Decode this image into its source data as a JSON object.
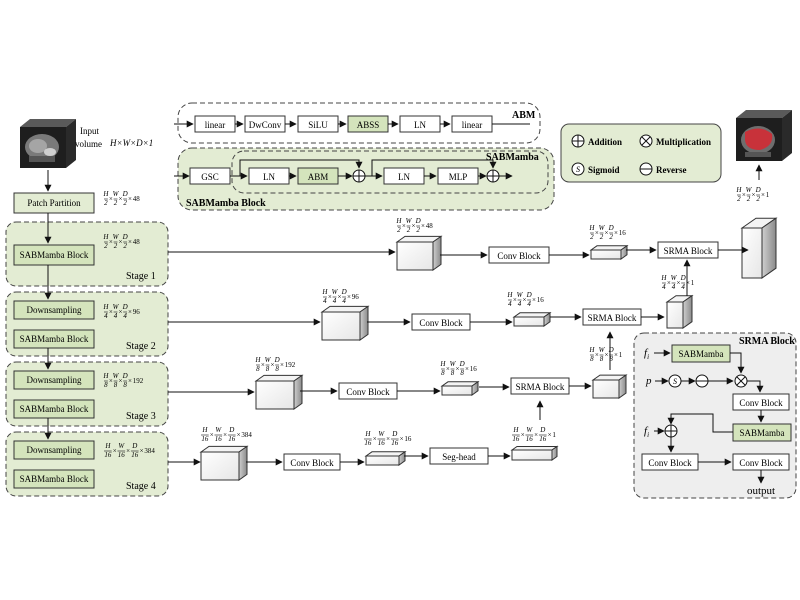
{
  "input": {
    "label_line1": "Input",
    "label_line2": "volume",
    "dims": "H×W×D×1"
  },
  "patch_partition": "Patch Partition",
  "dims": {
    "pp": "H/2 × W/2 × D/2 × 48",
    "s1": "H/2 × W/2 × D/2 × 48",
    "s2": "H/4 × W/4 × D/4 × 96",
    "s3": "H/8 × W/8 × D/8 × 192",
    "s4": "H/16 × W/16 × D/16 × 384",
    "c1": "H/2 × W/2 × D/2 × 48",
    "c2": "H/4 × W/4 × D/4 × 96",
    "c3": "H/8 × W/8 × D/8 × 192",
    "c4": "H/16 × W/16 × D/16 × 384",
    "f1": "H/2 × W/2 × D/2 × 16",
    "f2": "H/4 × W/4 × D/4 × 16",
    "f3": "H/8 × W/8 × D/8 × 16",
    "f4": "H/16 × W/16 × D/16 × 16",
    "sh": "H/16 × W/16 × D/16 × 1",
    "srma3_out": "H/8 × W/8 × D/8 × 1",
    "srma2_out": "H/4 × W/4 × D/4 × 1",
    "final": "H/2 × W/2 × D/2 × 1"
  },
  "stages": {
    "s1": {
      "block": "SABMamba Block",
      "label": "Stage 1"
    },
    "s2": {
      "down": "Downsampling",
      "block": "SABMamba Block",
      "label": "Stage 2"
    },
    "s3": {
      "down": "Downsampling",
      "block": "SABMamba Block",
      "label": "Stage 3"
    },
    "s4": {
      "down": "Downsampling",
      "block": "SABMamba Block",
      "label": "Stage 4"
    }
  },
  "abm": {
    "title": "ABM",
    "blocks": [
      "linear",
      "DwConv",
      "SiLU",
      "ABSS",
      "LN",
      "linear"
    ]
  },
  "sabmamba": {
    "title": "SABMamba",
    "block_title": "SABMamba Block",
    "gsc": "GSC",
    "blocks": [
      "LN",
      "ABM",
      "LN",
      "MLP"
    ]
  },
  "legend": {
    "addition": "Addition",
    "multiplication": "Multiplication",
    "sigmoid": "Sigmoid",
    "reverse": "Reverse",
    "sigmoid_symbol": "S"
  },
  "conv_block": "Conv Block",
  "srma_block": "SRMA Block",
  "seg_head": "Seg-head",
  "srma_detail": {
    "title": "SRMA Block",
    "fi": "f",
    "fi_sub": "i",
    "p": "p",
    "sabmamba": "SABMamba",
    "conv": "Conv Block",
    "output": "output"
  },
  "colors": {
    "green_fill": "#e3ecd3",
    "green_box": "#d4e4bc",
    "abss_fill": "#d4e4bc",
    "gray_panel": "#eeeeee",
    "liver": "#c8323a"
  }
}
